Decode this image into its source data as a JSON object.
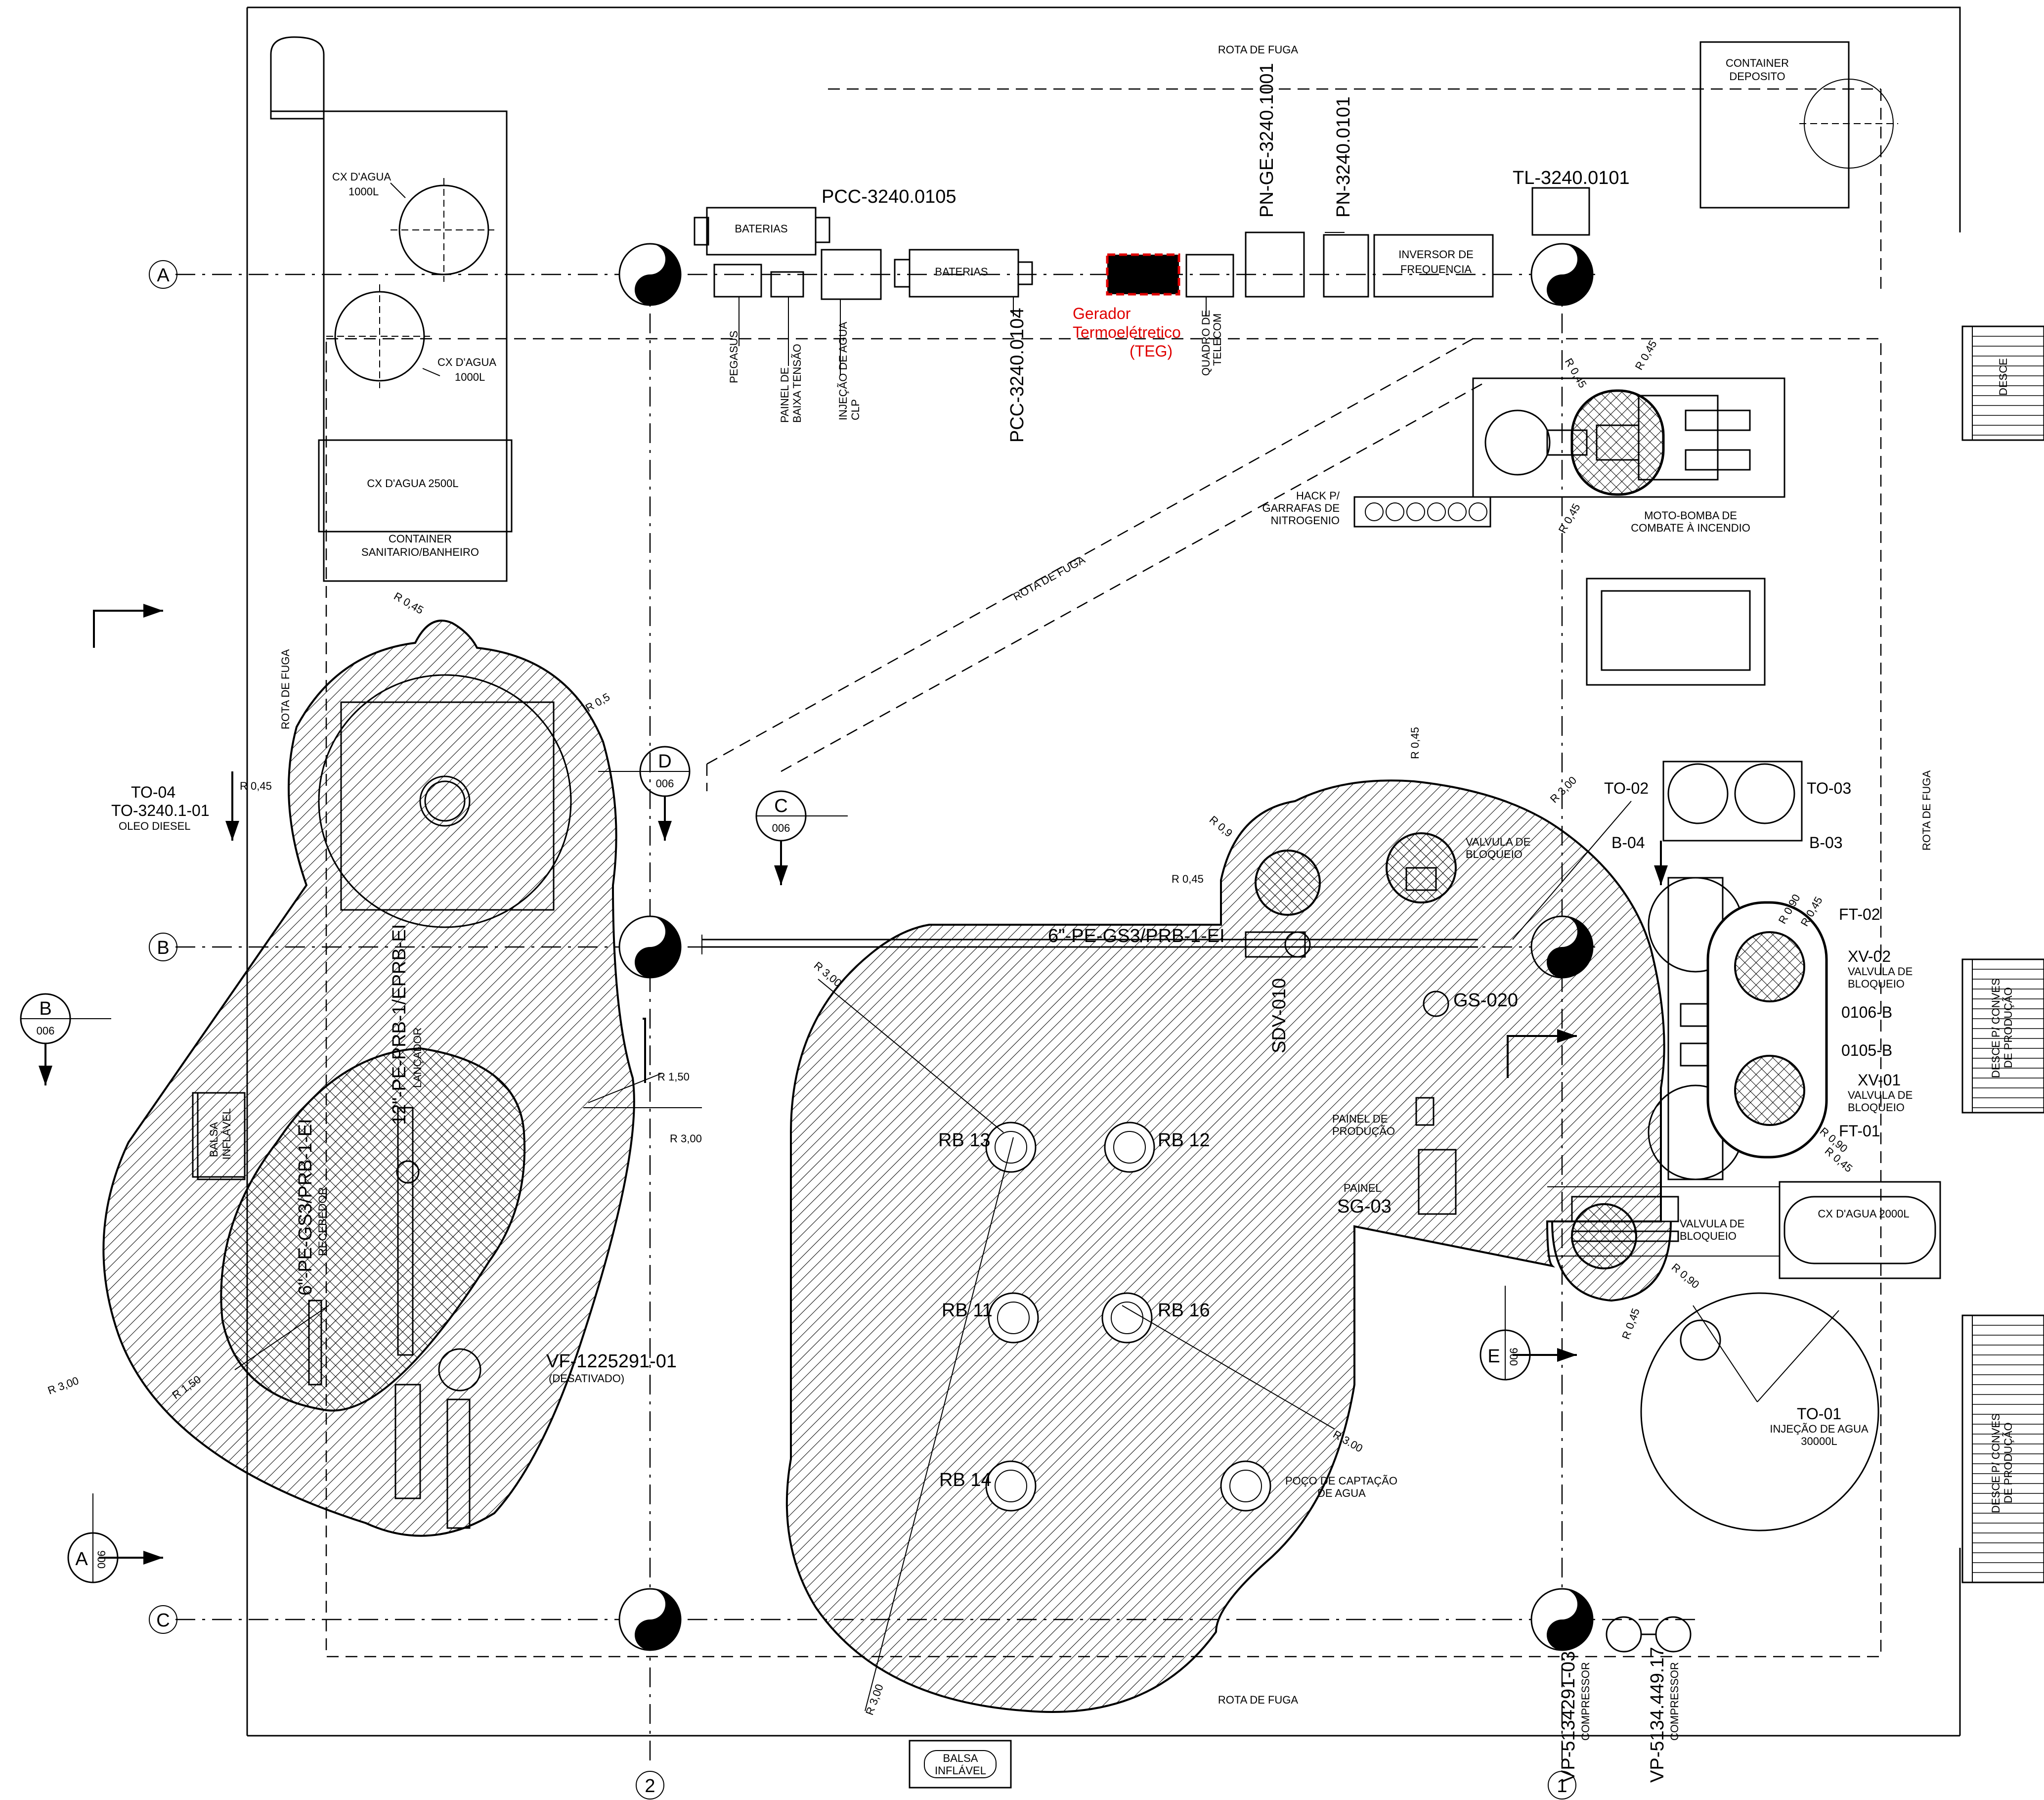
{
  "labels": {
    "rota_top": "ROTA DE FUGA",
    "rota_bottom": "ROTA DE FUGA",
    "rota_left": "ROTA DE FUGA",
    "rota_right": "ROTA DE FUGA",
    "rota_diag": "ROTA DE FUGA",
    "container_deposito": [
      "CONTAINER",
      "DEPOSITO"
    ],
    "cx_agua_1000_a": [
      "CX D'AGUA",
      "1000L"
    ],
    "cx_agua_1000_b": [
      "CX D'AGUA",
      "1000L"
    ],
    "cx_agua_2500": "CX D'AGUA 2500L",
    "container_sanitario": [
      "CONTAINER",
      "SANITARIO/BANHEIRO"
    ],
    "pcc_0105": "PCC-3240.0105",
    "pcc_0104": "PCC-3240.0104",
    "baterias_1": "BATERIAS",
    "baterias_2": "BATERIAS",
    "pegasus": "PEGASUS",
    "painel_baixa": [
      "PAINEL DE",
      "BAIXA TENSÃO"
    ],
    "injecao_clp": [
      "INJEÇÃO DE AGUA",
      "CLP"
    ],
    "gerador_teg": [
      "Gerador",
      "Termoelétretico",
      "(TEG)"
    ],
    "quadro_telecom": [
      "QUADRO DE",
      "TELECOM"
    ],
    "pn_ge": "PN-GE-3240.1001",
    "pn_0101": "PN-3240.0101",
    "inversor": [
      "INVERSOR DE",
      "FREQUENCIA"
    ],
    "tl_0101": "TL-3240.0101",
    "hack_n2": [
      "HACK P/",
      "GARRAFAS DE",
      "NITROGENIO"
    ],
    "motobomba": [
      "MOTO-BOMBA DE",
      "COMBATE À INCENDIO"
    ],
    "desce": "DESCE",
    "desce_conves_1": [
      "DESCE P/ CONVES",
      "DE PRODUÇÃO"
    ],
    "desce_conves_2": [
      "DESCE P/ CONVES",
      "DE PRODUÇÃO"
    ],
    "to_04": "TO-04",
    "to_3240": "TO-3240.1-01",
    "oleo_diesel": "OLEO DIESEL",
    "balsa_left": [
      "BALSA",
      "INFLÁVEL"
    ],
    "balsa_bottom": [
      "BALSA",
      "INFLÁVEL"
    ],
    "pipe_6_recebedor": "6\"-PE-GS3/PRB-1-EI",
    "recebedor": "RECEBEDOR",
    "pipe_12_lancador": "12\"-PE-PRB-1/EPRB-EI",
    "lancador": "LANÇADOR",
    "vf": "VF-1225291-01",
    "desativado": "(DESATIVADO)",
    "pipe_6_top": "6\"-PE-GS3/PRB-1-EI",
    "sdv": "SDV-010",
    "gs_020": "GS-020",
    "valvula_bloq_1": [
      "VALVULA DE",
      "BLOQUEIO"
    ],
    "valvula_bloq_2": [
      "VALVULA DE",
      "BLOQUEIO"
    ],
    "valvula_bloq_3": [
      "VALVULA DE",
      "BLOQUEIO"
    ],
    "valvula_bloq_4": [
      "VALVULA DE",
      "BLOQUEIO"
    ],
    "painel_producao": [
      "PAINEL DE",
      "PRODUÇÃO"
    ],
    "painel_sg": [
      "PAINEL",
      "SG-03"
    ],
    "rb_13": "RB 13",
    "rb_12": "RB 12",
    "rb_11": "RB 11",
    "rb_16": "RB 16",
    "rb_14": "RB 14",
    "poco": [
      "POÇO DE CAPTAÇÃO",
      "DE AGUA"
    ],
    "to_02": "TO-02",
    "to_03": "TO-03",
    "b_04": "B-04",
    "b_03": "B-03",
    "ft_02": "FT-02",
    "xv_02": "XV-02",
    "d0106b": "0106-B",
    "d0105b": "0105-B",
    "xv_01": "XV-01",
    "ft_01": "FT-01",
    "cx_agua_2000": "CX D'AGUA 2000L",
    "to_01": "TO-01",
    "injecao_agua": [
      "INJEÇÃO DE AGUA",
      "30000L"
    ],
    "vp_03": "VP-5134291-03",
    "vp_17": "VP-5134.449.17",
    "compressor": "COMPRESSOR",
    "radii": {
      "r045": "R 0,45",
      "r05": "R 0,5",
      "r150": "R 1,50",
      "r300": "R 3,00",
      "r300d": "R 3.00",
      "r09": "R 0,9",
      "r090": "R 0,90",
      "r045d": "R 0.45"
    }
  },
  "grid": {
    "rows": [
      "A",
      "B",
      "C"
    ],
    "cols": [
      "2",
      "1"
    ]
  },
  "section_markers": {
    "sheet": "006",
    "letters": [
      "D",
      "C",
      "B",
      "A",
      "E"
    ]
  },
  "colors": {
    "teg_highlight": "#e00000"
  }
}
